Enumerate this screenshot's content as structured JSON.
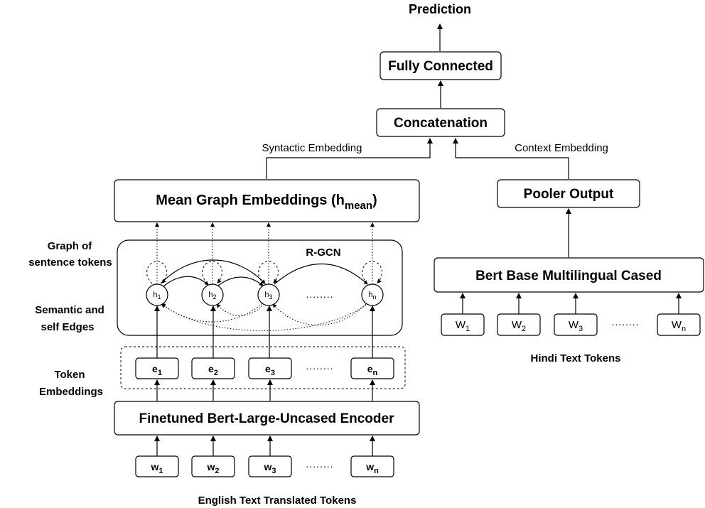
{
  "outputs": {
    "prediction": "Prediction",
    "fully_connected": "Fully Connected",
    "concatenation": "Concatenation",
    "syntactic_embedding": "Syntactic Embedding",
    "context_embedding": "Context Embedding"
  },
  "english_branch": {
    "mean_graph_main": "Mean Graph Embeddings (h",
    "mean_graph_sub": "mean",
    "mean_graph_close": ")",
    "rgcn_label": "R-GCN",
    "side_labels": {
      "graph_line1": "Graph of",
      "graph_line2": "sentence tokens",
      "semantic_line1": "Semantic and",
      "semantic_line2": "self Edges",
      "token_line1": "Token",
      "token_line2": "Embeddings"
    },
    "nodes": [
      {
        "base": "h",
        "sub": "1"
      },
      {
        "base": "h",
        "sub": "2"
      },
      {
        "base": "h",
        "sub": "3"
      },
      {
        "base": "h",
        "sub": "n"
      }
    ],
    "node_ellipsis": "........",
    "embeddings": [
      {
        "base": "e",
        "sub": "1"
      },
      {
        "base": "e",
        "sub": "2"
      },
      {
        "base": "e",
        "sub": "3"
      },
      {
        "base": "e",
        "sub": "n"
      }
    ],
    "embedding_ellipsis": "........",
    "encoder": "Finetuned Bert-Large-Uncased Encoder",
    "tokens": [
      {
        "base": "w",
        "sub": "1"
      },
      {
        "base": "w",
        "sub": "2"
      },
      {
        "base": "w",
        "sub": "3"
      },
      {
        "base": "w",
        "sub": "n"
      }
    ],
    "token_ellipsis": "........",
    "caption": "English Text Translated Tokens"
  },
  "hindi_branch": {
    "pooler": "Pooler Output",
    "encoder": "Bert Base Multilingual Cased",
    "tokens": [
      {
        "base": "W",
        "sub": "1"
      },
      {
        "base": "W",
        "sub": "2"
      },
      {
        "base": "W",
        "sub": "3"
      },
      {
        "base": "W",
        "sub": "n"
      }
    ],
    "token_ellipsis": "........",
    "caption": "Hindi Text Tokens"
  }
}
